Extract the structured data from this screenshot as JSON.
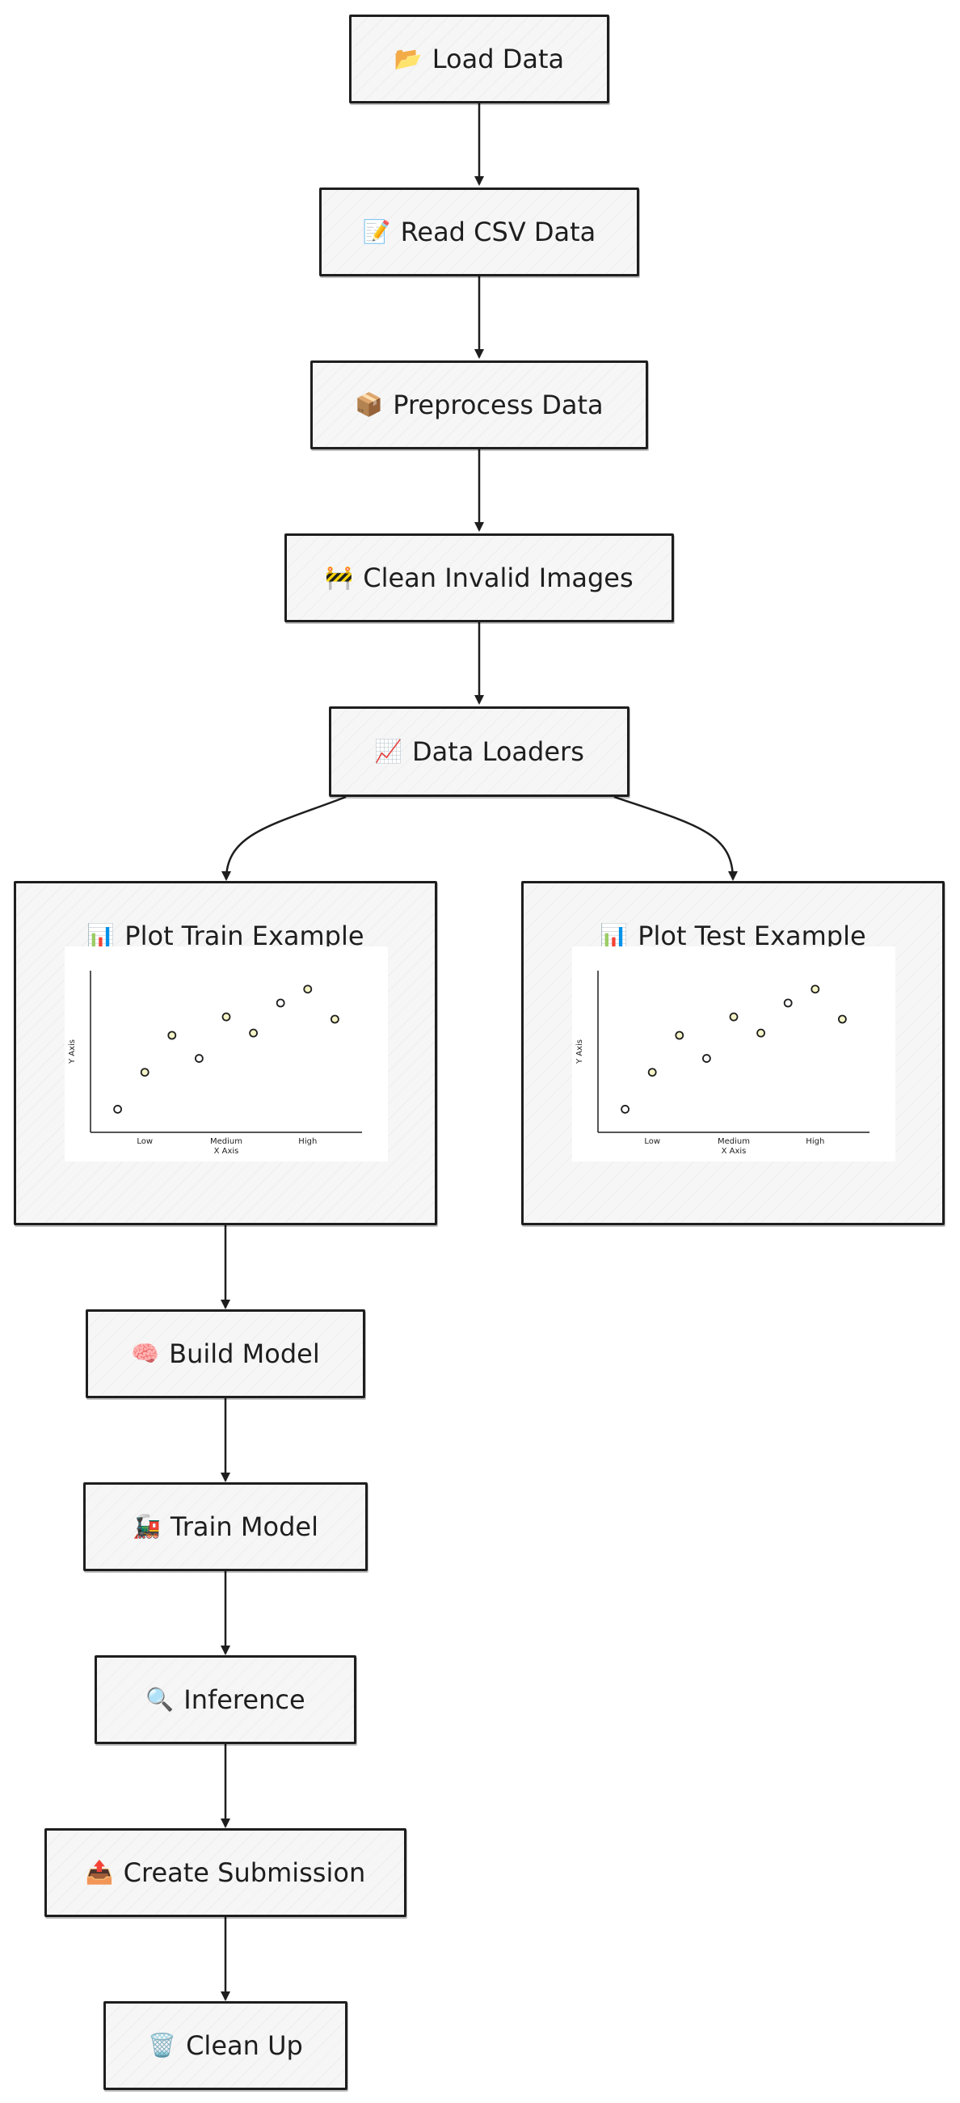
{
  "nodes": {
    "load_data": {
      "icon": "📂",
      "label": "Load Data"
    },
    "read_csv": {
      "icon": "📝",
      "label": "Read CSV Data"
    },
    "preprocess": {
      "icon": "📦",
      "label": "Preprocess Data"
    },
    "clean_invalid": {
      "icon": "🚧",
      "label": "Clean Invalid Images"
    },
    "data_loaders": {
      "icon": "📈",
      "label": "Data Loaders"
    },
    "plot_train": {
      "icon": "📊",
      "label": "Plot Train Example"
    },
    "plot_test": {
      "icon": "📊",
      "label": "Plot Test Example"
    },
    "build_model": {
      "icon": "🧠",
      "label": "Build Model"
    },
    "train_model": {
      "icon": "🚂",
      "label": "Train Model"
    },
    "inference": {
      "icon": "🔍",
      "label": "Inference"
    },
    "create_submission": {
      "icon": "📤",
      "label": "Create Submission"
    },
    "clean_up": {
      "icon": "🗑️",
      "label": "Clean Up"
    }
  },
  "chart_data": [
    {
      "type": "scatter",
      "title": "",
      "xlabel": "X Axis",
      "ylabel": "Y Axis",
      "x_ticks": [
        "Low",
        "Medium",
        "High"
      ],
      "points": [
        {
          "x": 1,
          "y": 1.0
        },
        {
          "x": 2,
          "y": 2.6
        },
        {
          "x": 3,
          "y": 4.2
        },
        {
          "x": 4,
          "y": 3.2
        },
        {
          "x": 5,
          "y": 5.0
        },
        {
          "x": 6,
          "y": 4.3
        },
        {
          "x": 7,
          "y": 5.6
        },
        {
          "x": 8,
          "y": 6.2
        },
        {
          "x": 9,
          "y": 4.9
        }
      ],
      "xlim": [
        0,
        10
      ],
      "ylim": [
        0,
        7
      ],
      "point_fill_colors": [
        "#ffffff",
        "#f5f5c8",
        "#f5f5c8",
        "#ffffff",
        "#f5f5c8",
        "#f5f5c8",
        "#ffffff",
        "#f5f5c8",
        "#f5f5c8"
      ]
    },
    {
      "type": "scatter",
      "title": "",
      "xlabel": "X Axis",
      "ylabel": "Y Axis",
      "x_ticks": [
        "Low",
        "Medium",
        "High"
      ],
      "points": [
        {
          "x": 1,
          "y": 1.0
        },
        {
          "x": 2,
          "y": 2.6
        },
        {
          "x": 3,
          "y": 4.2
        },
        {
          "x": 4,
          "y": 3.2
        },
        {
          "x": 5,
          "y": 5.0
        },
        {
          "x": 6,
          "y": 4.3
        },
        {
          "x": 7,
          "y": 5.6
        },
        {
          "x": 8,
          "y": 6.2
        },
        {
          "x": 9,
          "y": 4.9
        }
      ],
      "xlim": [
        0,
        10
      ],
      "ylim": [
        0,
        7
      ],
      "point_fill_colors": [
        "#ffffff",
        "#f5f5c8",
        "#f5f5c8",
        "#ffffff",
        "#f5f5c8",
        "#f5f5c8",
        "#ffffff",
        "#f5f5c8",
        "#f5f5c8"
      ]
    }
  ],
  "colors": {
    "stroke": "#1e1e1e",
    "node_fill": "#f6f6f6",
    "plot_bg": "#ffffff"
  }
}
